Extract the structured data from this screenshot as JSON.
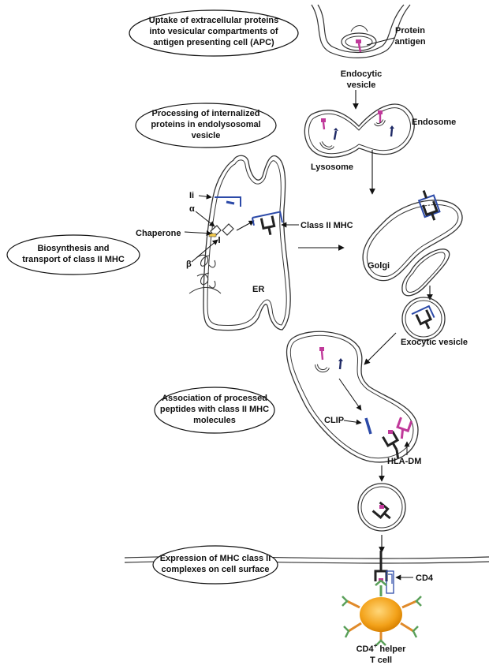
{
  "steps": [
    {
      "id": "uptake",
      "lines": [
        "Uptake of extracellular proteins",
        "into vesicular compartments of",
        "antigen presenting cell (APC)"
      ]
    },
    {
      "id": "processing",
      "lines": [
        "Processing of internalized",
        "proteins in endolysosomal",
        "vesicle"
      ]
    },
    {
      "id": "biosynthesis",
      "lines": [
        "Biosynthesis and",
        "transport of class II MHC"
      ]
    },
    {
      "id": "association",
      "lines": [
        "Association of processed",
        "peptides with class II MHC",
        "molecules"
      ]
    },
    {
      "id": "expression",
      "lines": [
        "Expression of MHC class II",
        "complexes on cell surface"
      ]
    }
  ],
  "labels": {
    "protein_antigen": [
      "Protein",
      "antigen"
    ],
    "endocytic_vesicle": [
      "Endocytic",
      "vesicle"
    ],
    "endosome": "Endosome",
    "lysosome": "Lysosome",
    "ii": "Ii",
    "alpha": "α",
    "chaperone": "Chaperone",
    "beta": "β",
    "class_ii_mhc": "Class II MHC",
    "er": "ER",
    "golgi": "Golgi",
    "exocytic_vesicle": "Exocytic vesicle",
    "clip": "CLIP",
    "hla_dm": "HLA-DM",
    "cd4": "CD4",
    "t_cell": {
      "prefix": "CD4",
      "sup": "+",
      "suffix": " helper",
      "line2": "T cell"
    }
  },
  "colors": {
    "antigen": "#c0399a",
    "peptide_dark": "#1f2a66",
    "mhc_blue": "#2c4aa8",
    "tcell_orange": "#f3a21a",
    "receptor_green": "#5aa05a",
    "receptor_orange": "#e08a2a",
    "stroke": "#222222"
  }
}
